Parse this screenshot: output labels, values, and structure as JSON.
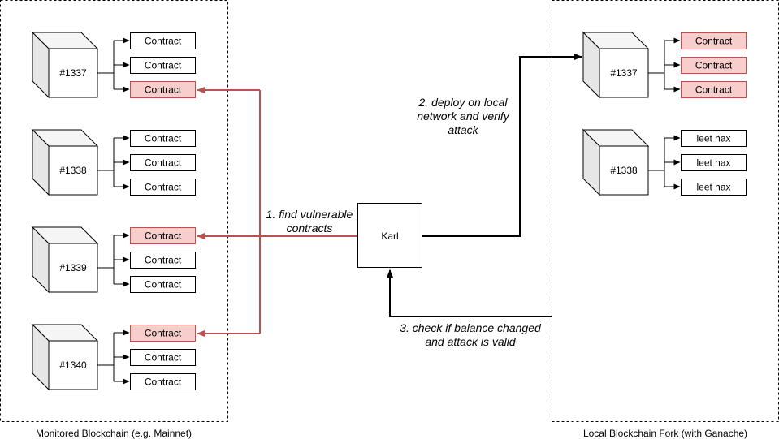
{
  "regions": {
    "monitored_label": "Monitored Blockchain (e.g. Mainnet)",
    "local_label": "Local Blockchain Fork (with Ganache)"
  },
  "monitored_blocks": [
    {
      "id": "#1337",
      "contracts": [
        {
          "label": "Contract",
          "vulnerable": false
        },
        {
          "label": "Contract",
          "vulnerable": false
        },
        {
          "label": "Contract",
          "vulnerable": true
        }
      ]
    },
    {
      "id": "#1338",
      "contracts": [
        {
          "label": "Contract",
          "vulnerable": false
        },
        {
          "label": "Contract",
          "vulnerable": false
        },
        {
          "label": "Contract",
          "vulnerable": false
        }
      ]
    },
    {
      "id": "#1339",
      "contracts": [
        {
          "label": "Contract",
          "vulnerable": true
        },
        {
          "label": "Contract",
          "vulnerable": false
        },
        {
          "label": "Contract",
          "vulnerable": false
        }
      ]
    },
    {
      "id": "#1340",
      "contracts": [
        {
          "label": "Contract",
          "vulnerable": true
        },
        {
          "label": "Contract",
          "vulnerable": false
        },
        {
          "label": "Contract",
          "vulnerable": false
        }
      ]
    }
  ],
  "local_blocks": [
    {
      "id": "#1337",
      "contracts": [
        {
          "label": "Contract",
          "vulnerable": true
        },
        {
          "label": "Contract",
          "vulnerable": true
        },
        {
          "label": "Contract",
          "vulnerable": true
        }
      ]
    },
    {
      "id": "#1338",
      "contracts": [
        {
          "label": "leet hax",
          "vulnerable": false
        },
        {
          "label": "leet hax",
          "vulnerable": false
        },
        {
          "label": "leet hax",
          "vulnerable": false
        }
      ]
    }
  ],
  "karl": {
    "label": "Karl"
  },
  "steps": {
    "find_line1": "1. find vulnerable",
    "find_line2": "contracts",
    "deploy_line1": "2. deploy on local",
    "deploy_line2": "network and verify",
    "deploy_line3": "attack",
    "check_line1": "3. check if balance changed",
    "check_line2": "and attack is valid"
  },
  "colors": {
    "vulnerable_fill": "#f8cecc",
    "vulnerable_stroke": "#b85450",
    "red_arrow": "#b85450",
    "cube_front": "#ffffff",
    "cube_side": "#e6e6e6",
    "cube_top": "#f5f5f5"
  }
}
